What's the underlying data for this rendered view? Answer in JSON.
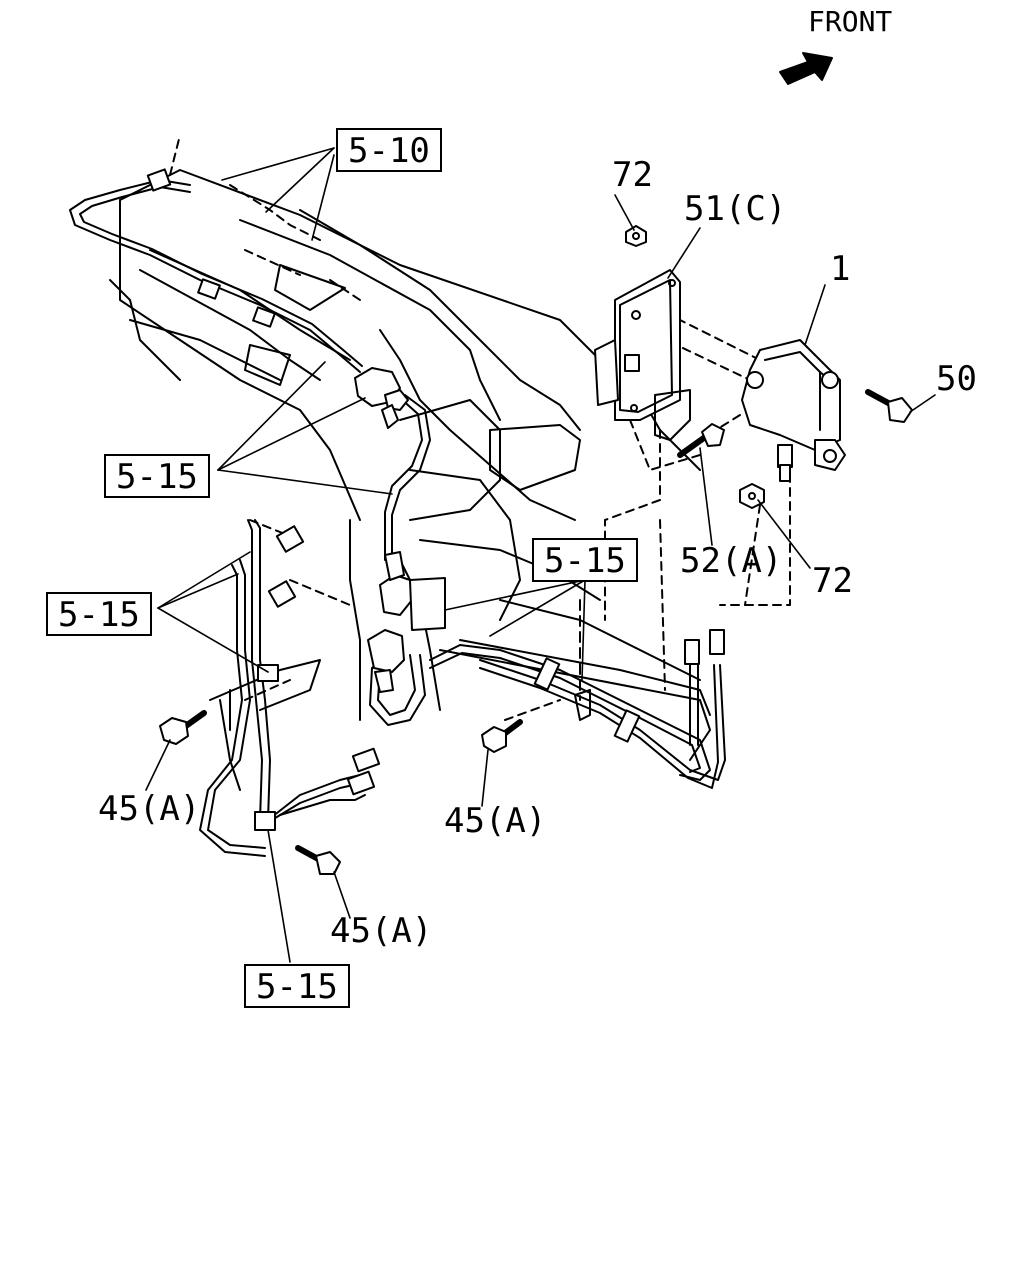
{
  "front_label": "FRONT",
  "callouts": {
    "ref_5_10": "5-10",
    "ref_5_15_top": "5-15",
    "ref_5_15_left": "5-15",
    "ref_5_15_center": "5-15",
    "ref_5_15_bottom": "5-15",
    "part_72_top": "72",
    "part_51c": "51(C)",
    "part_1": "1",
    "part_50": "50",
    "part_52a": "52(A)",
    "part_72_right": "72",
    "part_45a_left": "45(A)",
    "part_45a_center": "45(A)",
    "part_45a_bottom": "45(A)"
  }
}
